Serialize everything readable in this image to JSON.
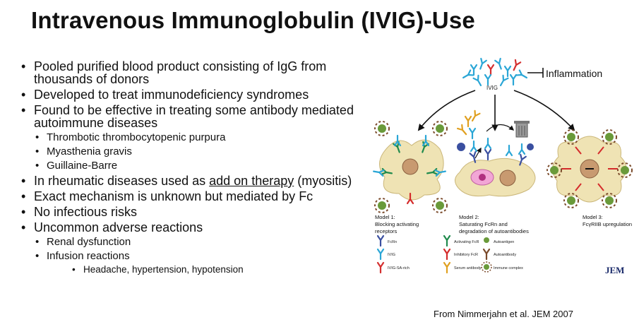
{
  "title": "Intravenous Immunoglobulin (IVIG)-Use",
  "bullets": {
    "b1": "Pooled purified blood product consisting of IgG from thousands of donors",
    "b2": "Developed to treat immunodeficiency syndromes",
    "b3": "Found to be effective in treating some antibody mediated autoimmune diseases",
    "b3_sub": [
      "Thrombotic thrombocytopenic purpura",
      "Myasthenia gravis",
      "Guillaine-Barre"
    ],
    "b4_pre": "In rheumatic diseases used as ",
    "b4_link": "add on therapy",
    "b4_post": " (myositis)",
    "b5": "Exact mechanism is unknown but mediated by Fc",
    "b6": "No infectious risks",
    "b7": "Uncommon adverse reactions",
    "b7_sub": [
      "Renal dysfunction",
      "Infusion reactions"
    ],
    "b7_subsub": "Headache, hypertension, hypotension"
  },
  "figure": {
    "inflammation": "Inflammation",
    "ivig_label": "IVIG",
    "model1_title": "Model 1:",
    "model1_desc_a": "Blocking activating",
    "model1_desc_b": "receptors",
    "model2_title": "Model 2:",
    "model2_desc_a": "Saturating FcRn and",
    "model2_desc_b": "degradation of autoantibodies",
    "model3_title": "Model 3:",
    "model3_desc": "FcγRIIB upregulation",
    "legend": {
      "fcrn": "FcRn",
      "ivig": "IVIG",
      "ivig_sa": "IVIG-SA-rich",
      "activating": "Activating FcR",
      "inhibitory": "Inhibitory FcR",
      "serum": "Serum antibody",
      "autoantigen": "Autoantigen",
      "autoantibody": "Autoantibody",
      "immune_complex": "Immune complex"
    },
    "journal": "JEM"
  },
  "caption": "From Nimmerjahn et al. JEM 2007",
  "colors": {
    "ivig": "#2aa6d6",
    "sa_rich": "#d43030",
    "serum": "#e0a020",
    "activating": "#1f8a4c",
    "inhibitory": "#d42b2b",
    "fcrn": "#3a4fa0",
    "cell": "#efe3b4",
    "cell_edge": "#cbb77a",
    "nucleus": "#c89a70",
    "immune_complex": "#7a4a2a",
    "autoantigen": "#6a9a3a",
    "jem": "#1a2a6a"
  }
}
